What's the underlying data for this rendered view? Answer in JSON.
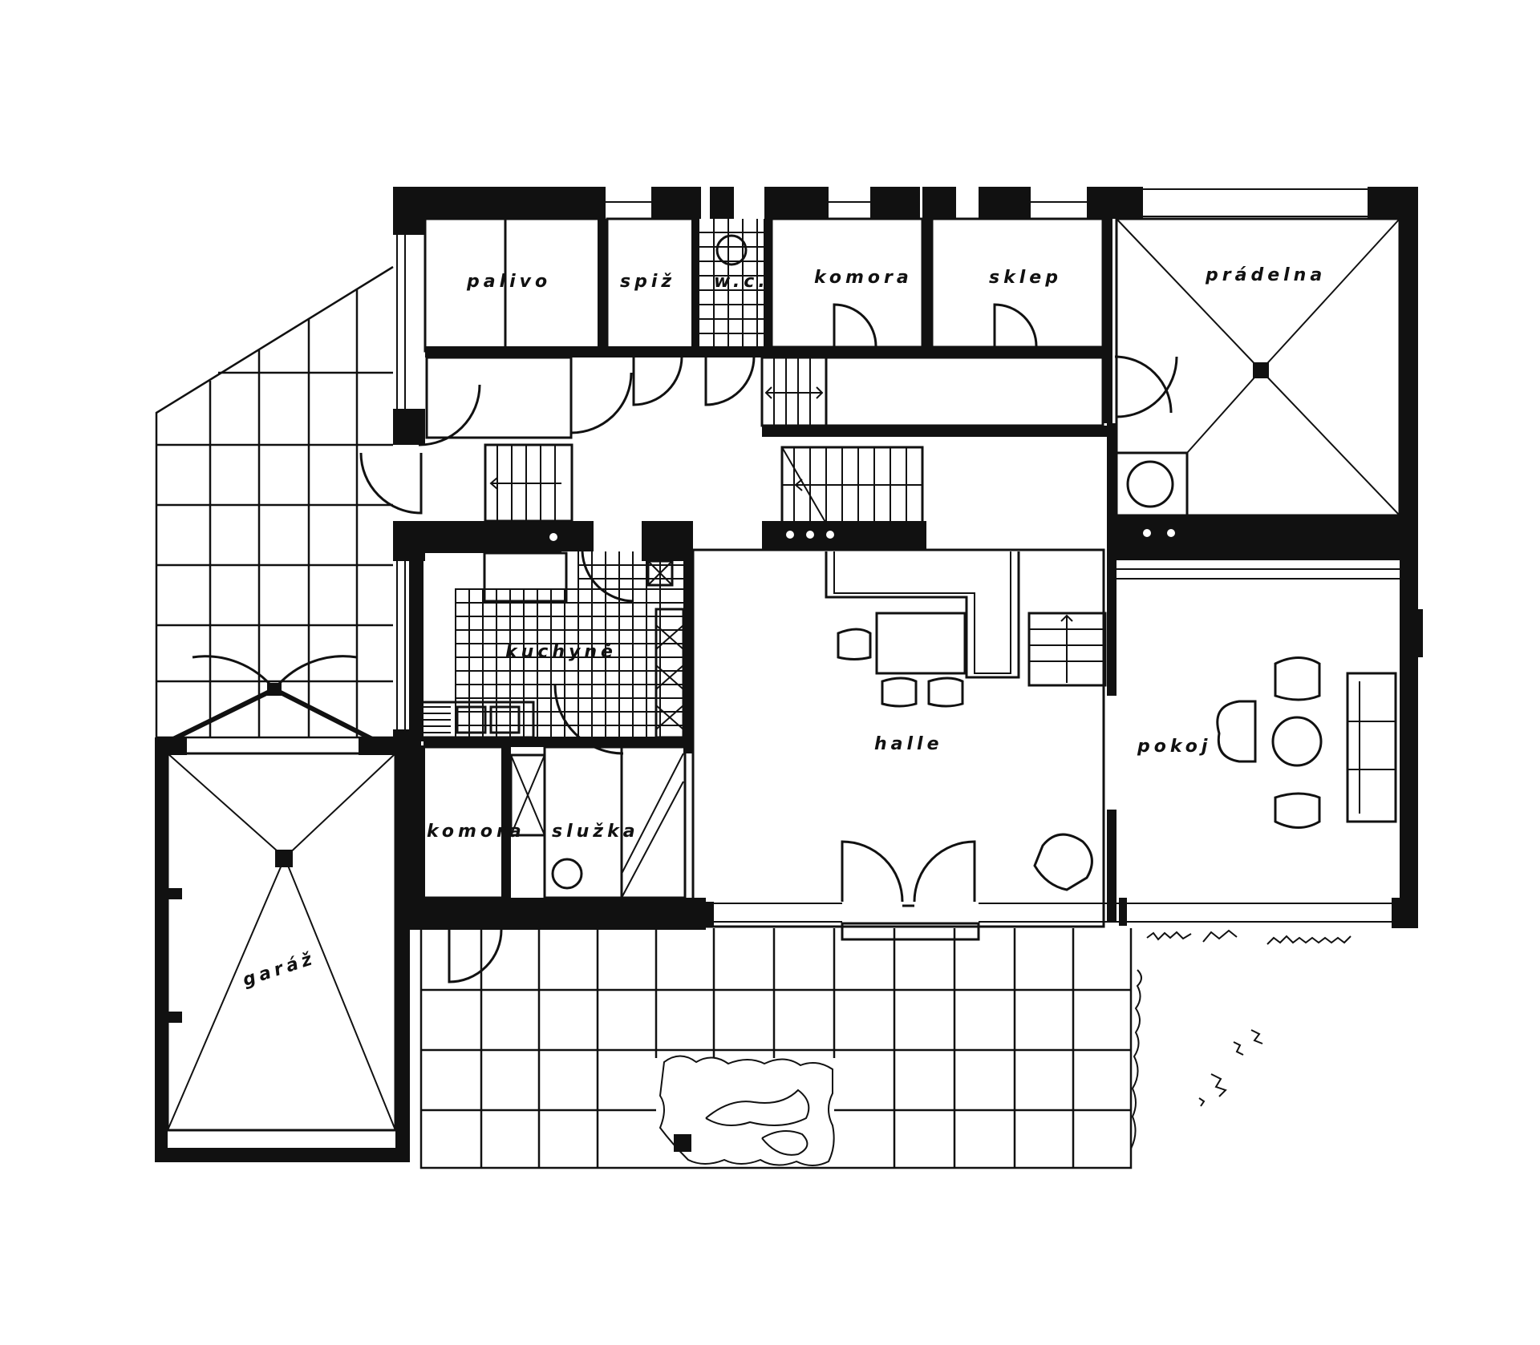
{
  "plan": {
    "rooms": {
      "palivo": "palivo",
      "spiz": "spiž",
      "wc": "w.c.",
      "komora_top": "komora",
      "sklep": "sklep",
      "pradelna": "prádelna",
      "kuchyne": "kuchyně",
      "halle": "halle",
      "pokoj": "pokoj",
      "komora_bottom": "komora",
      "sluzka": "služka",
      "garaz": "garáž"
    }
  }
}
